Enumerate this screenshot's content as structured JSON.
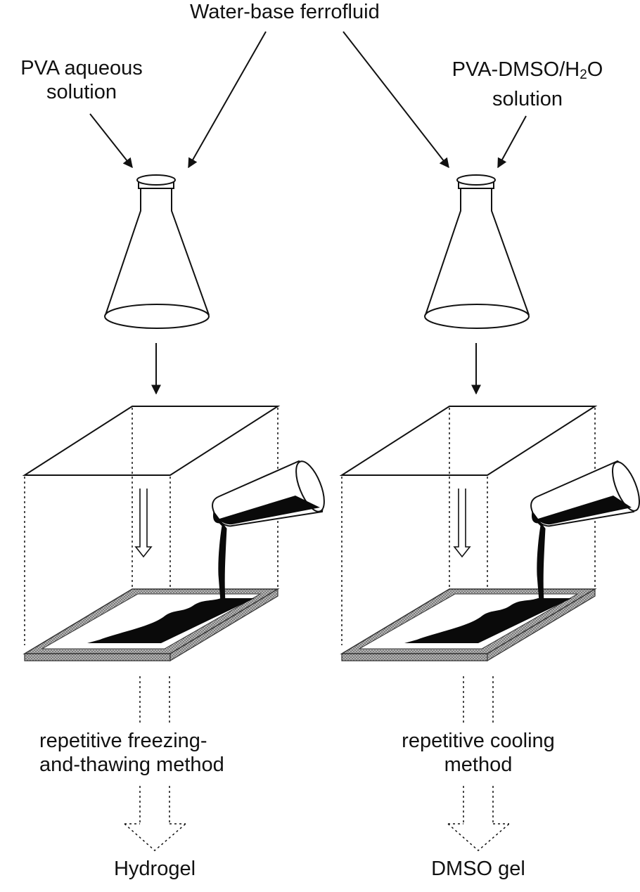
{
  "labels": {
    "ferrofluid": "Water-base ferrofluid",
    "left_input_line1": "PVA aqueous",
    "left_input_line2": "solution",
    "right_input_line1_a": "PVA-DMSO/H",
    "right_input_line1_sub": "2",
    "right_input_line1_b": "O",
    "right_input_line2": "solution",
    "left_method_line1": "repetitive freezing-",
    "left_method_line2": "and-thawing method",
    "right_method_line1": "repetitive cooling",
    "right_method_line2": "method",
    "left_product": "Hydrogel",
    "right_product": "DMSO gel"
  },
  "icons": {
    "flask": "erlenmeyer-flask-icon",
    "pouring_flask": "tilted-flask-pouring-icon",
    "mold": "rectangular-tray-mold-icon"
  },
  "colors": {
    "ink": "#111111",
    "gel": "#0a0a0a",
    "frame": "#8c8c8c"
  }
}
